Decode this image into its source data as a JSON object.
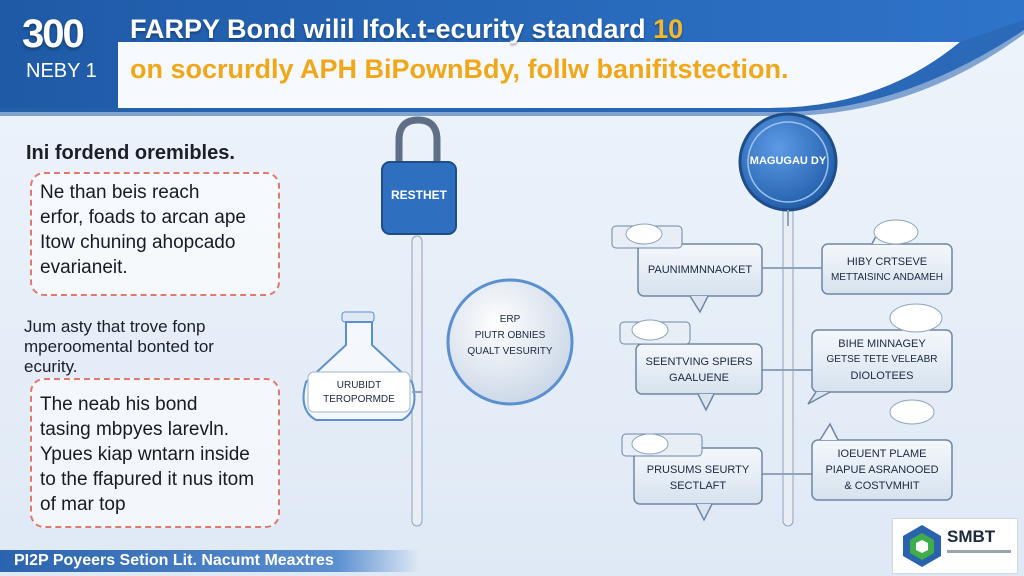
{
  "header": {
    "badge_number": "300",
    "badge_sub": "NEBY 1",
    "title_line1_main": "FARPY Bond wilil Ifok.t-ecurity standard",
    "title_line1_accent": "10",
    "title_line2": "on socrurdly APH BiPownBdy, follw banifitstection."
  },
  "left": {
    "heading": "Ini fordend oremibles.",
    "box1_lines": [
      "Ne than beis reach",
      "erfor, foads to arcan ape",
      "Itow chuning ahopcado",
      "evarianeit."
    ],
    "mid_lines": [
      "Jum asty that trove fonp",
      "mperoomental bonted tor",
      "ecurity."
    ],
    "box2_lines": [
      "The neab his bond",
      "tasing mbpyes larevln.",
      "Ypues kiap wntarn inside",
      "to the ffapured it nus itom",
      "of mar top"
    ]
  },
  "diagram": {
    "lock_label": "RESTHET",
    "flask_label_1": "URUBIDT",
    "flask_label_2": "TEROPORMDE",
    "circle_label_1": "ERP",
    "circle_label_2": "PIUTR OBNIES",
    "circle_label_3": "QUALT VESURITY",
    "top_node": "MAGUGAU DY",
    "left_nodes": [
      {
        "line1": "PAUNIMMNNAOKET",
        "line2": ""
      },
      {
        "line1": "SEENTVING SPIERS",
        "line2": "GAALUENE"
      },
      {
        "line1": "PRUSUMS SEURTY",
        "line2": "SECTLAFT"
      }
    ],
    "right_nodes": [
      {
        "line1": "HIBY CRTSEVE",
        "line2": "METTAISINC ANDAMEH"
      },
      {
        "line1": "BIHE MINNAGEY",
        "line2": "GETSE TETE VELEABR",
        "line3": "DIOLOTEES"
      },
      {
        "line1": "IOEUENT PLAME",
        "line2": "PIAPUE ASRANOOED",
        "line3": "& COSTVMHIT"
      }
    ],
    "colors": {
      "primary": "#2f6fc0",
      "line": "#8fa3bd",
      "accent": "#f0a81a"
    }
  },
  "footer": {
    "text": "PI2P Poyeers Setion Lit. Nacumt Meaxtres"
  },
  "logo": {
    "text": "SMBT"
  }
}
